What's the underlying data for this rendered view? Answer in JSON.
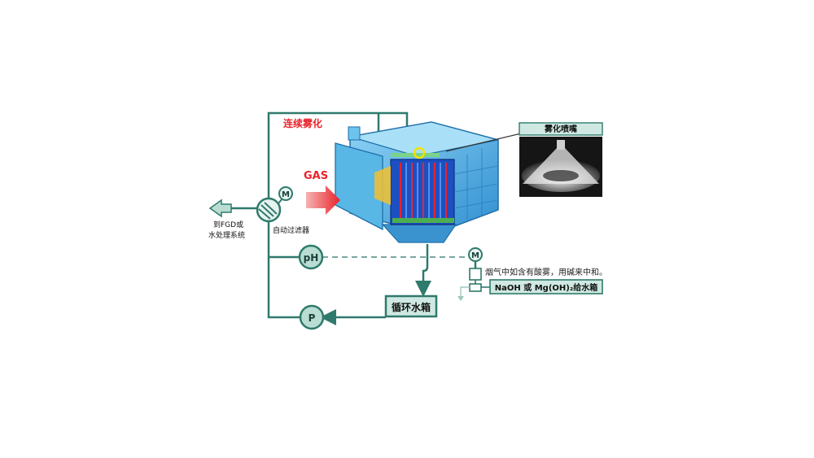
{
  "labels": {
    "continuous_spray": "连续雾化",
    "gas": "GAS",
    "spray_nozzle": "雾化喷嘴",
    "destination_line1": "到FGD或",
    "destination_line2": "水处理系统",
    "auto_filter": "自动过滤器",
    "ph": "pH",
    "pump": "P",
    "motor_filter": "M",
    "motor_dosing": "M",
    "circulation_tank": "循环水箱",
    "acid_note": "烟气中如含有酸雾，用碱来中和。",
    "alkali_tank": "NaOH 或 Mg(OH)₂给水箱"
  },
  "colors": {
    "pipe": "#2f7a6c",
    "accent_red": "#e8242c",
    "label_fill": "#cfe9e2",
    "pump_fill": "#b9ddd2",
    "unit_blue": "#3fa8e0",
    "dark_blue": "#1d4fc2"
  }
}
